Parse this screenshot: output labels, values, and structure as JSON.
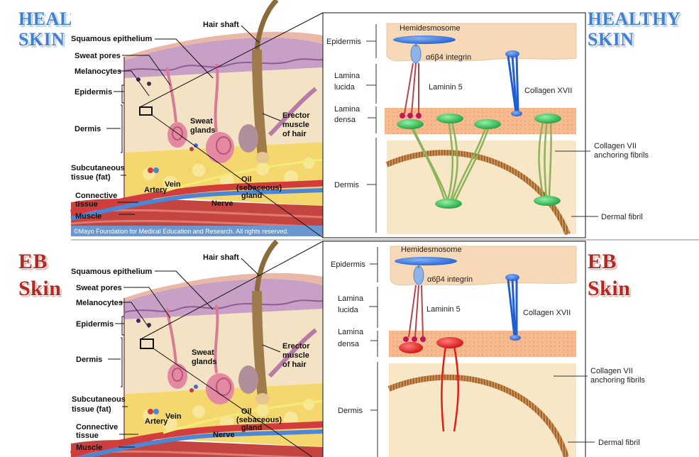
{
  "colors": {
    "healthy_title": "#3f7fcf",
    "eb_title": "#b5271f",
    "epidermis_fill": "#f7d9b8",
    "lamina_densa_fill": "#f7b98e",
    "dermis_fill": "#f7e7c6",
    "dermal_fibril": "#a5652e",
    "integrin_blue": "#1f5fd1",
    "integrin_light": "#8fb3e6",
    "laminin_red": "#b4454c",
    "laminin_dot": "#c2185b",
    "collagen_vii_green": "#8db35a",
    "collagen_vii_node": "#27b24a",
    "mutant_red": "#e21b1b"
  },
  "healthy": {
    "title_line1": "HEALTHY",
    "title_line2": "SKIN",
    "title_right_line1": "HEALTHY",
    "title_right_line2": "SKIN"
  },
  "eb": {
    "title_line1": "EB",
    "title_line2": "Skin",
    "title_right_line1": "EB",
    "title_right_line2": "Skin"
  },
  "skin_section": {
    "labels": {
      "hair_shaft": "Hair shaft",
      "squamous_epithelium": "Squamous epithelium",
      "sweat_pores": "Sweat pores",
      "melanocytes": "Melanocytes",
      "epidermis": "Epidermis",
      "dermis": "Dermis",
      "sweat_glands_1": "Sweat",
      "sweat_glands_2": "glands",
      "erector_1": "Erector",
      "erector_2": "muscle",
      "erector_3": "of hair",
      "subcutaneous_1": "Subcutaneous",
      "subcutaneous_2": "tissue (fat)",
      "vein": "Vein",
      "artery": "Artery",
      "oil_1": "Oil",
      "oil_2": "(sebaceous)",
      "oil_3": "gland",
      "connective_1": "Connective",
      "connective_2": "tissue",
      "nerve": "Nerve",
      "muscle": "Muscle"
    },
    "copyright": "©Mayo Foundation for Medical Education and Research.  All rights reserved."
  },
  "membrane": {
    "epidermis": "Epidermis",
    "lamina_lucida_1": "Lamina",
    "lamina_lucida_2": "lucida",
    "lamina_densa_1": "Lamina",
    "lamina_densa_2": "densa",
    "dermis": "Dermis",
    "hemidesmosome": "Hemidesmosome",
    "integrin": "α6β4 integrin",
    "laminin": "Laminin 5",
    "collagen_xvii": "Collagen XVII",
    "collagen_vii_1": "Collagen VII",
    "collagen_vii_2": "anchoring fibrils",
    "dermal_fibril": "Dermal fibril"
  }
}
